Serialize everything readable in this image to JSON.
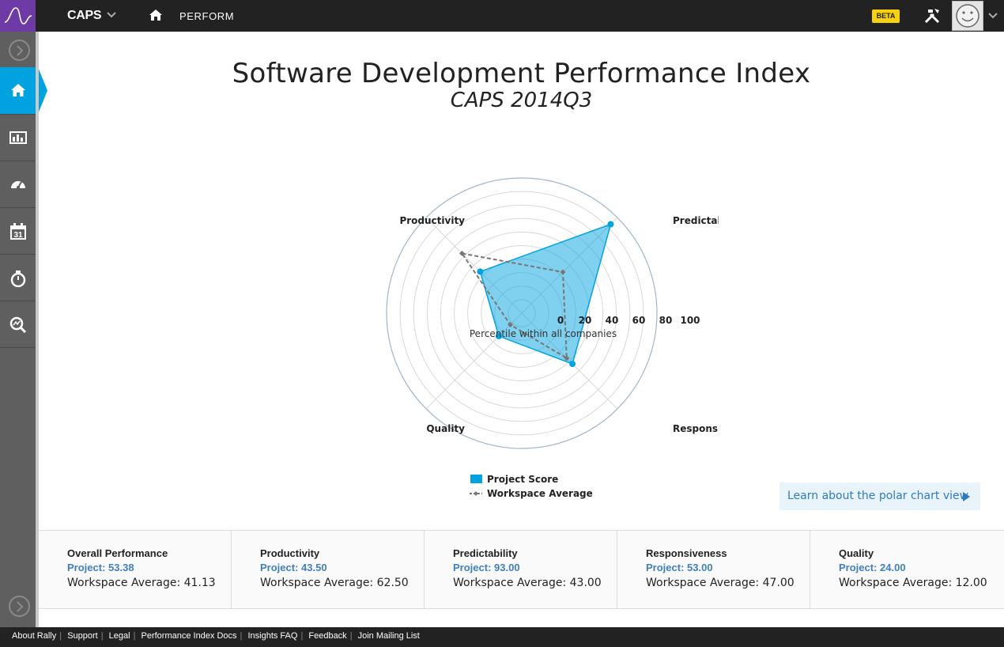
{
  "header": {
    "app_name": "CAPS",
    "nav_label": "PERFORM",
    "beta_badge": "BETA"
  },
  "page": {
    "title": "Software Development Performance Index",
    "subtitle": "CAPS 2014Q3"
  },
  "chart_data": {
    "type": "radar",
    "categories": [
      "Productivity",
      "Predictability",
      "Responsiveness",
      "Quality"
    ],
    "series": [
      {
        "name": "Project Score",
        "values": [
          43.5,
          93.0,
          53.0,
          24.0
        ],
        "color": "#00a3e0",
        "style": "filled"
      },
      {
        "name": "Workspace Average",
        "values": [
          62.5,
          43.0,
          47.0,
          12.0
        ],
        "color": "#777777",
        "style": "dashed"
      }
    ],
    "rlim": [
      0,
      100
    ],
    "ticks": [
      0,
      20,
      40,
      60,
      80,
      100
    ],
    "tick_labels": [
      "0",
      "20",
      "40",
      "60",
      "80",
      "100"
    ],
    "axis_title": "Percentile within all companies",
    "legend": "bottom-center"
  },
  "learn_link": "Learn about the polar chart view",
  "stats": [
    {
      "label": "Overall Performance",
      "project": "Project: 53.38",
      "average": "Workspace Average: 41.13"
    },
    {
      "label": "Productivity",
      "project": "Project: 43.50",
      "average": "Workspace Average: 62.50"
    },
    {
      "label": "Predictability",
      "project": "Project: 93.00",
      "average": "Workspace Average: 43.00"
    },
    {
      "label": "Responsiveness",
      "project": "Project: 53.00",
      "average": "Workspace Average: 47.00"
    },
    {
      "label": "Quality",
      "project": "Project: 24.00",
      "average": "Workspace Average: 12.00"
    }
  ],
  "footer_links": [
    "About Rally",
    "Support",
    "Legal",
    "Performance Index Docs",
    "Insights FAQ",
    "Feedback",
    "Join Mailing List"
  ],
  "colors": {
    "accent": "#00a3e0",
    "logo": "#6d3aa6",
    "beta": "#f5d10f",
    "link": "#3e7fc1"
  }
}
